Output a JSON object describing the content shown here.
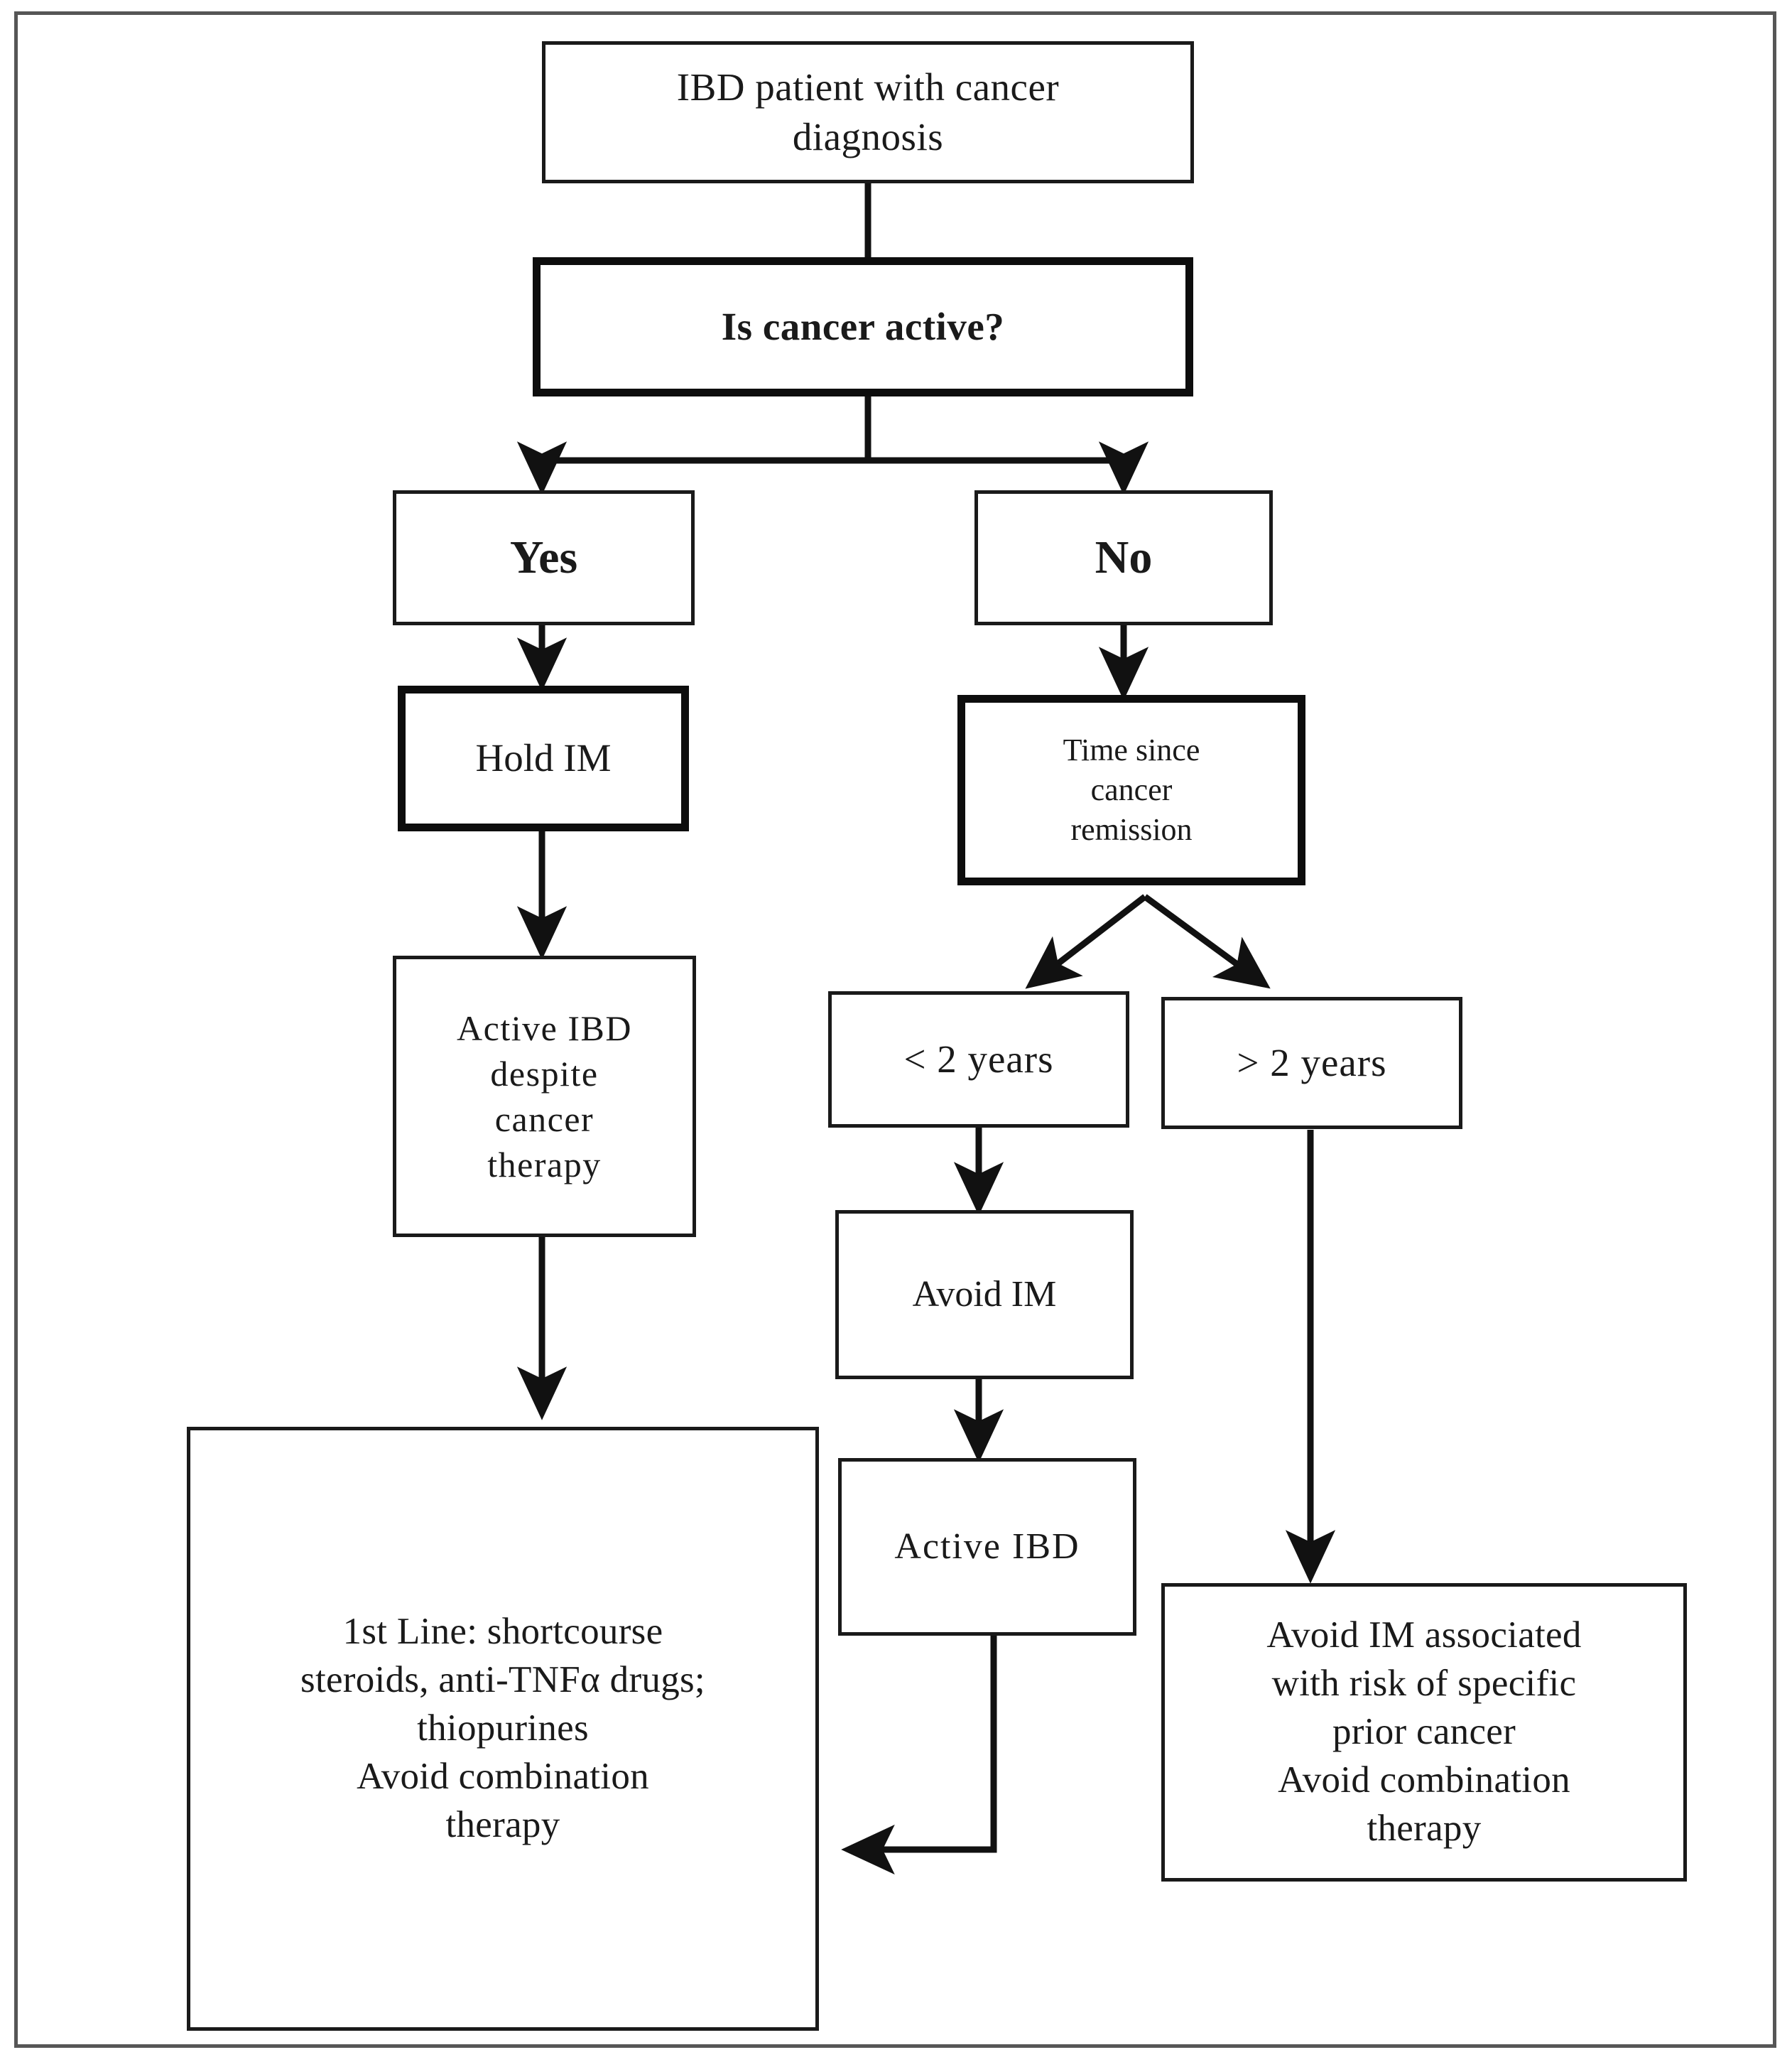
{
  "diagram": {
    "title": "IBD cancer management flowchart",
    "frame_color": "#565656",
    "line_color": "#111111",
    "nodes": {
      "start": {
        "label": "IBD patient with cancer\ndiagnosis"
      },
      "question": {
        "label": "Is cancer active?"
      },
      "yes": {
        "label": "Yes"
      },
      "no": {
        "label": "No"
      },
      "hold_im": {
        "label": "Hold IM"
      },
      "time_since": {
        "label": "Time since\ncancer\nremission"
      },
      "active_ibd_despite": {
        "label": "Active IBD\ndespite\ncancer\ntherapy"
      },
      "lt2": {
        "label": "< 2 years"
      },
      "gt2": {
        "label": "> 2 years"
      },
      "avoid_im": {
        "label": "Avoid IM"
      },
      "active_ibd": {
        "label": "Active  IBD"
      },
      "first_line": {
        "label": "1st Line: shortcourse\nsteroids, anti-TNFα drugs;\nthiopurines\nAvoid combination\ntherapy"
      },
      "avoid_im_risk": {
        "label": "Avoid IM associated\nwith risk of specific\nprior cancer\nAvoid combination\ntherapy"
      }
    },
    "edges": [
      {
        "from": "start",
        "to": "question",
        "type": "straight-down"
      },
      {
        "from": "question",
        "to": "yes",
        "type": "split-left"
      },
      {
        "from": "question",
        "to": "no",
        "type": "split-right"
      },
      {
        "from": "yes",
        "to": "hold_im",
        "type": "straight-down"
      },
      {
        "from": "hold_im",
        "to": "active_ibd_despite",
        "type": "straight-down"
      },
      {
        "from": "active_ibd_despite",
        "to": "first_line",
        "type": "straight-down"
      },
      {
        "from": "no",
        "to": "time_since",
        "type": "straight-down"
      },
      {
        "from": "time_since",
        "to": "lt2",
        "type": "diagonal-left"
      },
      {
        "from": "time_since",
        "to": "gt2",
        "type": "diagonal-right"
      },
      {
        "from": "lt2",
        "to": "avoid_im",
        "type": "straight-down"
      },
      {
        "from": "avoid_im",
        "to": "active_ibd",
        "type": "straight-down"
      },
      {
        "from": "active_ibd",
        "to": "first_line",
        "type": "down-then-left"
      },
      {
        "from": "gt2",
        "to": "avoid_im_risk",
        "type": "long-straight-down"
      }
    ]
  }
}
